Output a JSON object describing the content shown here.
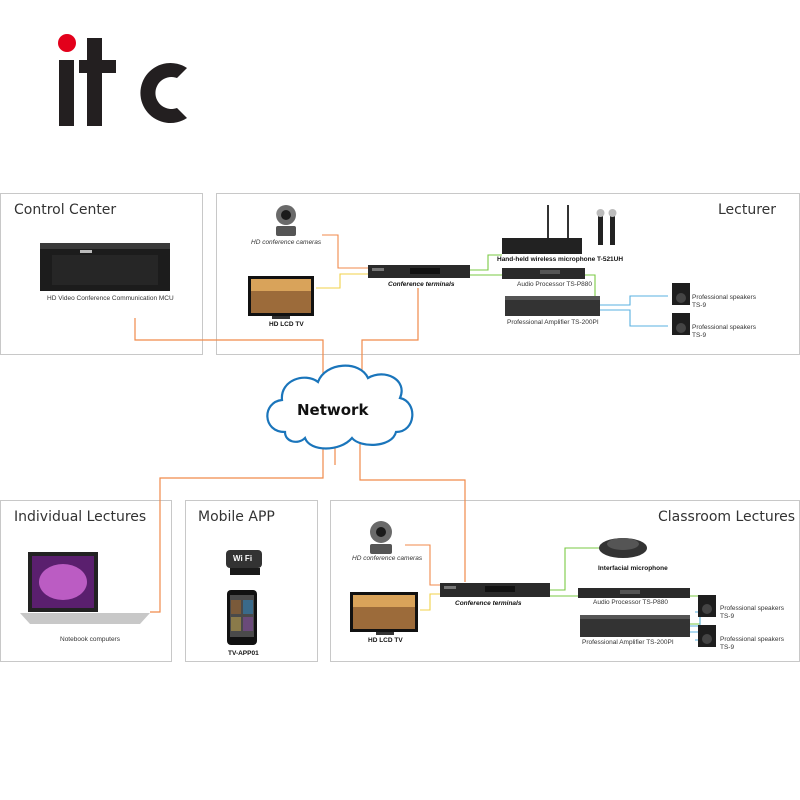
{
  "logo": {
    "text": "itc",
    "dot_color": "#e3001b",
    "letter_color": "#231f20"
  },
  "network": {
    "label": "Network"
  },
  "colors": {
    "orange": "#f08a4b",
    "yellow": "#f0d24a",
    "green": "#7ac943",
    "blue": "#5ab0e0",
    "panel_border": "#c8c8c8"
  },
  "panels": {
    "control_center": {
      "title": "Control Center",
      "devices": {
        "mcu": "HD Video Conference Communication MCU"
      }
    },
    "lecturer": {
      "title": "Lecturer",
      "devices": {
        "camera": "HD conference cameras",
        "tv": "HD LCD TV",
        "terminal": "Conference terminals",
        "mic": "Hand-held wireless microphone T-521UH",
        "audio": "Audio Processor TS-P880",
        "amp": "Professional Amplifier TS-200PI",
        "spk1_l1": "Professional speakers",
        "spk1_l2": "TS-9",
        "spk2_l1": "Professional speakers",
        "spk2_l2": "TS-9"
      }
    },
    "individual": {
      "title": "Individual Lectures",
      "devices": {
        "laptop": "Notebook computers"
      }
    },
    "mobile": {
      "title": "Mobile APP",
      "devices": {
        "phone": "TV-APP01",
        "wifi": "Wi Fi"
      }
    },
    "classroom": {
      "title": "Classroom Lectures",
      "devices": {
        "camera": "HD conference cameras",
        "tv": "HD LCD TV",
        "terminal": "Conference terminals",
        "mic": "Interfacial microphone",
        "audio": "Audio Processor TS-P880",
        "amp": "Professional Amplifier TS-200PI",
        "spk1_l1": "Professional speakers",
        "spk1_l2": "TS-9",
        "spk2_l1": "Professional speakers",
        "spk2_l2": "TS-9"
      }
    }
  }
}
